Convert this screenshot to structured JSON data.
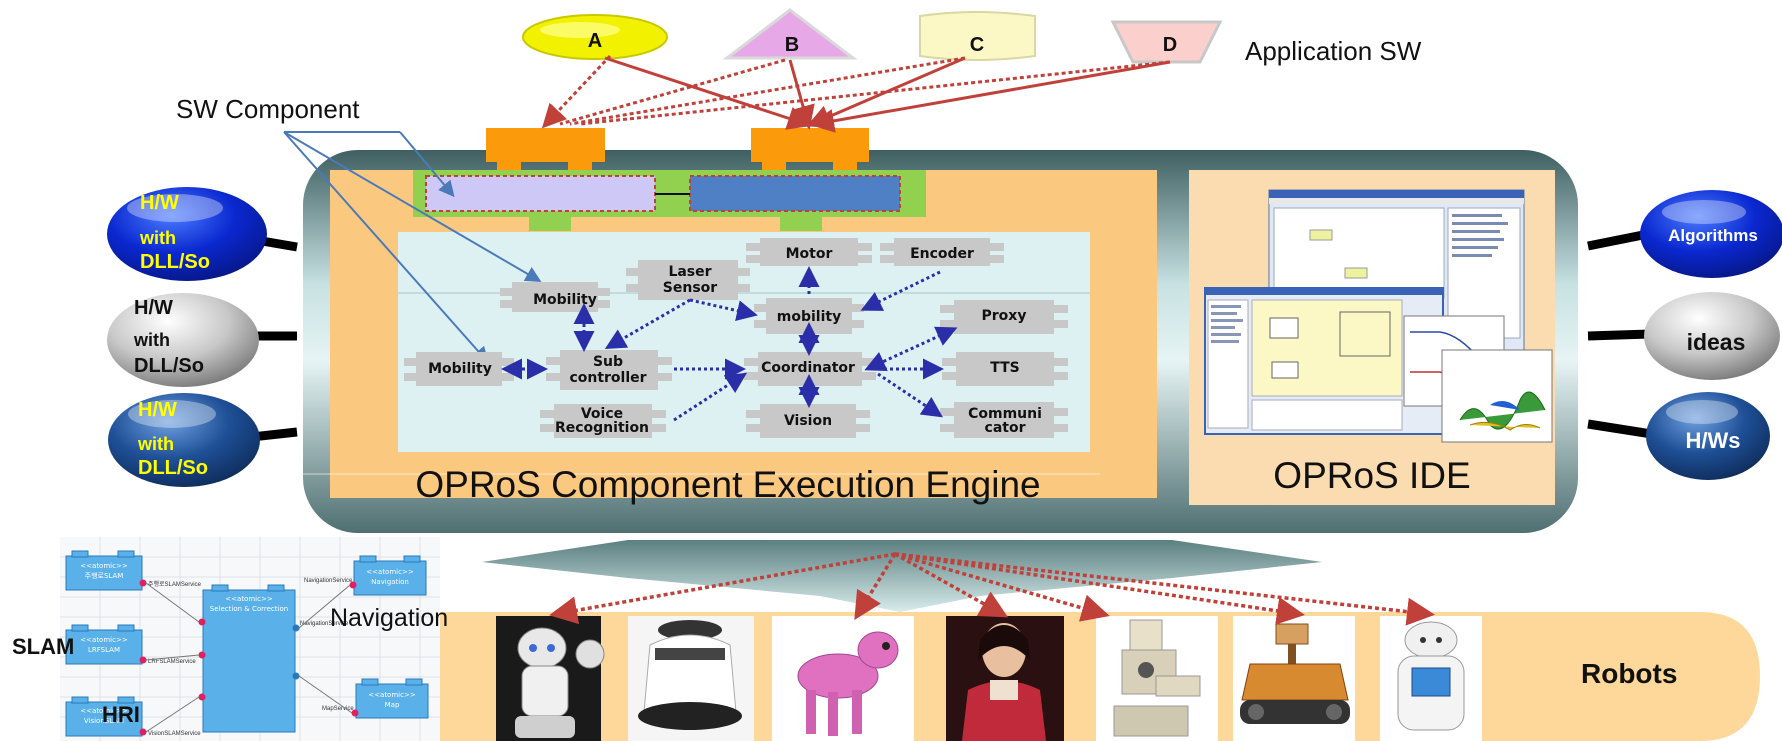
{
  "apps": [
    {
      "label": "A",
      "shape": "ellipse",
      "color": "#f2f200"
    },
    {
      "label": "B",
      "shape": "triangle",
      "color": "#e6a8e6"
    },
    {
      "label": "C",
      "shape": "banner",
      "color": "#fbf8c6"
    },
    {
      "label": "D",
      "shape": "trapezoid",
      "color": "#fbd0cc"
    }
  ],
  "labels": {
    "application_sw": "Application SW",
    "sw_component": "SW Component",
    "engine": "OPRoS Component Execution Engine",
    "ide": "OPRoS IDE",
    "robots": "Robots",
    "slam": "SLAM",
    "navigation": "Navigation",
    "hri": "HRI"
  },
  "left_bubbles": [
    {
      "lines": [
        "H/W",
        "with",
        "DLL/So"
      ],
      "fill": "#0a28d0",
      "text_color": "#ffff00"
    },
    {
      "lines": [
        "H/W",
        "with",
        "DLL/So"
      ],
      "fill": "#c8c8c8",
      "text_color": "#111111"
    },
    {
      "lines": [
        "H/W",
        "with",
        "DLL/So"
      ],
      "fill": "#1e4f96",
      "text_color": "#ffff00"
    }
  ],
  "right_bubbles": [
    {
      "label": "Algorithms",
      "fill": "#0a28d0",
      "text_color": "#ffffff"
    },
    {
      "label": "ideas",
      "fill": "#c8c8c8",
      "text_color": "#111111"
    },
    {
      "label": "H/Ws",
      "fill": "#1e4f96",
      "text_color": "#ffffff"
    }
  ],
  "components": {
    "mobility_top": "Mobility",
    "laser_sensor": [
      "Laser",
      "Sensor"
    ],
    "motor": "Motor",
    "encoder": "Encoder",
    "mobility_mid": "mobility",
    "proxy": "Proxy",
    "mobility_left": "Mobility",
    "sub_controller": [
      "Sub",
      "controller"
    ],
    "coordinator": "Coordinator",
    "tts": "TTS",
    "voice_recognition": [
      "Voice",
      "Recognition"
    ],
    "vision": "Vision",
    "communicator": [
      "Communi",
      "cator"
    ]
  },
  "thumbnail_boxes": [
    {
      "title": "<<atomic>>",
      "name": "주행로SLAM",
      "service": "주행로SLAMService"
    },
    {
      "title": "<<atomic>>",
      "name": "LRFSLAM",
      "service": "LRFSLAMService"
    },
    {
      "title": "<<atomic>>",
      "name": "VisionSLAM",
      "service": "VisionSLAMService"
    },
    {
      "title": "<<atomic>>",
      "name": "Selection & Correction",
      "service": "NavigationService"
    },
    {
      "title": "<<atomic>>",
      "name": "Navigation",
      "service": "NavigationService"
    },
    {
      "title": "<<atomic>>",
      "name": "Map",
      "service": "MapService"
    }
  ],
  "robots": [
    {
      "name": "robot-1-icon",
      "bg": "#1a1a1a"
    },
    {
      "name": "robot-2-icon",
      "bg": "#f5f5f5"
    },
    {
      "name": "robot-3-icon",
      "bg": "#ffffff"
    },
    {
      "name": "robot-4-icon",
      "bg": "#2a1010"
    },
    {
      "name": "robot-5-icon",
      "bg": "#ffffff"
    },
    {
      "name": "robot-6-icon",
      "bg": "#ffffff"
    },
    {
      "name": "robot-7-icon",
      "bg": "#ffffff"
    }
  ],
  "colors": {
    "engine_bg": "#fbc880",
    "frame": "#5e8082",
    "inner_panel": "#ddf1f3",
    "component_box": "#c8c8c8",
    "connector_orange": "#fb9a0a",
    "connector_green": "#92d050",
    "arrow_red": "#c0403a",
    "arrow_blue": "#2a2ea8",
    "robots_band": "#fdd89a"
  }
}
